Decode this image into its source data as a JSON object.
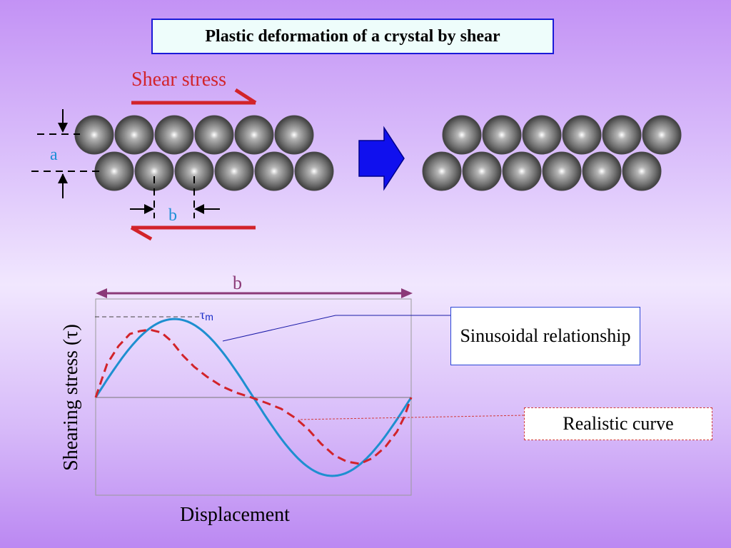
{
  "title": "Plastic deformation of a crystal by shear",
  "diagram": {
    "shear_stress_label": "Shear stress",
    "spacing_a_label": "a",
    "spacing_b_label": "b",
    "rows_before": {
      "top_atoms": 6,
      "bottom_atoms": 6
    },
    "rows_after": {
      "top_atoms": 6,
      "bottom_atoms": 6
    }
  },
  "plot": {
    "period_label": "b",
    "ylabel": "Shearing stress (τ)",
    "xlabel": "Displacement",
    "tau_m_symbol": "τ",
    "tau_m_subscript": "m",
    "callout_sinusoidal": "Sinusoidal relationship",
    "callout_realistic": "Realistic curve"
  },
  "colors": {
    "stress_arrow": "#d2232a",
    "sinusoid": "#1e8fd0",
    "realistic": "#d2232a",
    "process_arrow": "#1010ee",
    "label_blue": "#1d8fd6",
    "period_arrow": "#8b3a78"
  }
}
